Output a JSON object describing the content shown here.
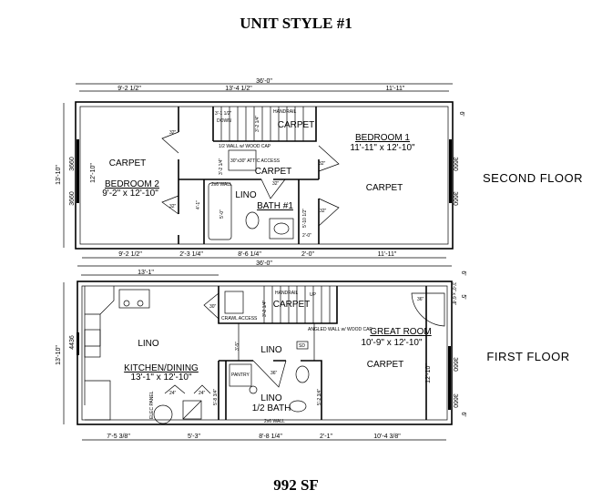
{
  "title": "UNIT STYLE #1",
  "footer": "992 SF",
  "second_floor": {
    "label": "SECOND FLOOR",
    "overall_dim": "36'-0\"",
    "top_dims": [
      "9'-2 1/2\"",
      "13'-4 1/2\"",
      "11'-11\""
    ],
    "bottom_dims": [
      "9'-2 1/2\"",
      "2'-3 1/4\"",
      "8'-6 1/4\"",
      "2'-0\"",
      "11'-11\""
    ],
    "side_dims": [
      "13'-10\"",
      "12'-10\"",
      "3660",
      "3660",
      "3660",
      "3660",
      "6'"
    ],
    "bedroom2": {
      "name": "BEDROOM 2",
      "size": "9'-2\" x 12'-10\"",
      "floor": "CARPET"
    },
    "bedroom1": {
      "name": "BEDROOM 1",
      "size": "11'-11\" x 12'-10\"",
      "floor": "CARPET"
    },
    "stair": {
      "floor": "CARPET",
      "down": "DOWN",
      "handrail": "HANDRAIL",
      "dim_a": "3'-1 1/2\"",
      "dim_b": "3'-2 1/4\""
    },
    "hall": {
      "floor": "CARPET",
      "half_wall": "1/2 WALL w/ WOOD CAP",
      "attic": "30\"x30\" ATTIC ACCESS",
      "dim": "3'-2 1/4\""
    },
    "bath": {
      "name": "BATH #1",
      "floor": "LINO",
      "wall": "2x6 WALL",
      "tub": "5'-0\"",
      "dim_a": "4'-1\"",
      "dim_b": "5'-10 1/2\"",
      "dim_c": "2'-0\""
    },
    "doors": [
      "32\"",
      "32\"",
      "32\"",
      "32\"",
      "32\""
    ]
  },
  "first_floor": {
    "label": "FIRST FLOOR",
    "overall_dim": "36'-0\"",
    "top_dims": [
      "13'-1\""
    ],
    "bottom_dims": [
      "7'-5 3/8\"",
      "5'-3\"",
      "8'-8 1/4\"",
      "2'-1\"",
      "10'-4 3/8\""
    ],
    "side_dims": [
      "13'-10\"",
      "4436",
      "12'-10\"",
      "3660",
      "3660",
      "6'",
      "5'",
      "6'"
    ],
    "kitchen": {
      "name": "KITCHEN/DINING",
      "size": "13'-1\" x 12'-10\"",
      "floor": "LINO",
      "elec": "ELEC PANEL",
      "clear_a": "24\"",
      "clear_b": "24\""
    },
    "great_room": {
      "name": "GREAT ROOM",
      "size": "10'-9\" x 12'-10\"",
      "floor": "CARPET",
      "door": "36\"",
      "entry": "3'-0\" x 6'-8\""
    },
    "stair": {
      "floor": "CARPET",
      "up": "UP",
      "handrail": "HANDRAIL",
      "crawl": "CRAWL ACCESS",
      "door": "30\"",
      "dim": "3'-2 1/4\"",
      "angled": "ANGLED WALL w/ WOOD CAP"
    },
    "hall": {
      "floor": "LINO",
      "smoke": "SD",
      "dim": "3'-5\"",
      "door": "36\""
    },
    "half_bath": {
      "name": "1/2 BATH",
      "floor": "LINO",
      "pantry": "PANTRY",
      "wall": "2x6 WALL",
      "dim_a": "5'-8 3/4\"",
      "dim_b": "5'-2 3/4\""
    }
  }
}
